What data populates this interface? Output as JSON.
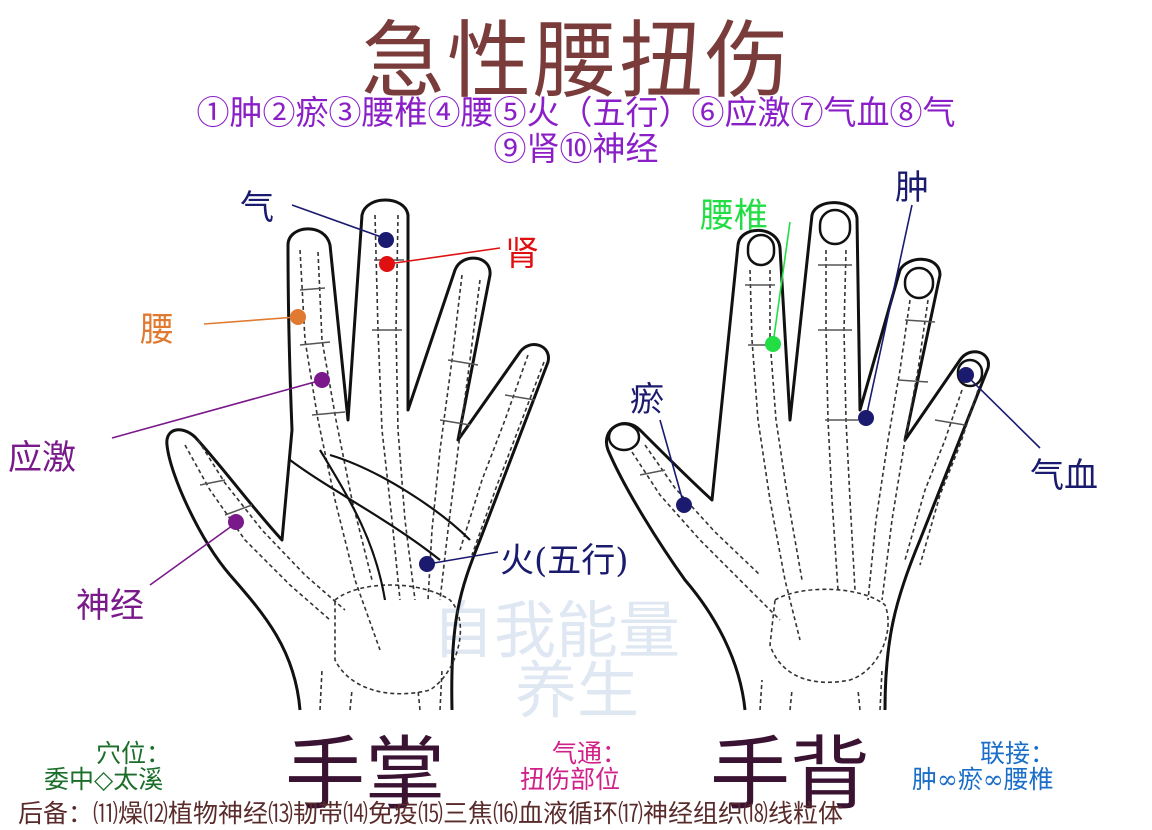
{
  "title": "急性腰扭伤",
  "legend_line1": "①肿②瘀③腰椎④腰⑤火（五行）⑥应激⑦气血⑧气",
  "legend_line2": "⑨肾⑩神经",
  "points": {
    "qi": {
      "label": "气",
      "color": "#1a1a6e"
    },
    "shen": {
      "label": "肾",
      "color": "#e01010"
    },
    "yao": {
      "label": "腰",
      "color": "#e07a30"
    },
    "yingji": {
      "label": "应激",
      "color": "#7a1a8a"
    },
    "shenjing": {
      "label": "神经",
      "color": "#7a1a8a"
    },
    "huo": {
      "label": "火(五行)",
      "color": "#1a1a6e"
    },
    "yaozhui": {
      "label": "腰椎",
      "color": "#22dd44"
    },
    "zhong": {
      "label": "肿",
      "color": "#1a1a6e"
    },
    "yu": {
      "label": "瘀",
      "color": "#1a1a6e"
    },
    "qixue": {
      "label": "气血",
      "color": "#1a1a6e"
    }
  },
  "watermark": {
    "line1": "自我能量",
    "line2": "养生"
  },
  "palm_label": "手掌",
  "back_label": "手背",
  "acupoint_title": "穴位：",
  "acupoint_value": "委中◇太溪",
  "qitong_title": "气通：",
  "qitong_value": "扭伤部位",
  "link_title": "联接：",
  "link_value": "肿∞瘀∞腰椎",
  "footer": "后备：⑾燥⑿植物神经⒀韧带⒁免疫⒂三焦⒃血液循环⒄神经组织⒅线粒体"
}
